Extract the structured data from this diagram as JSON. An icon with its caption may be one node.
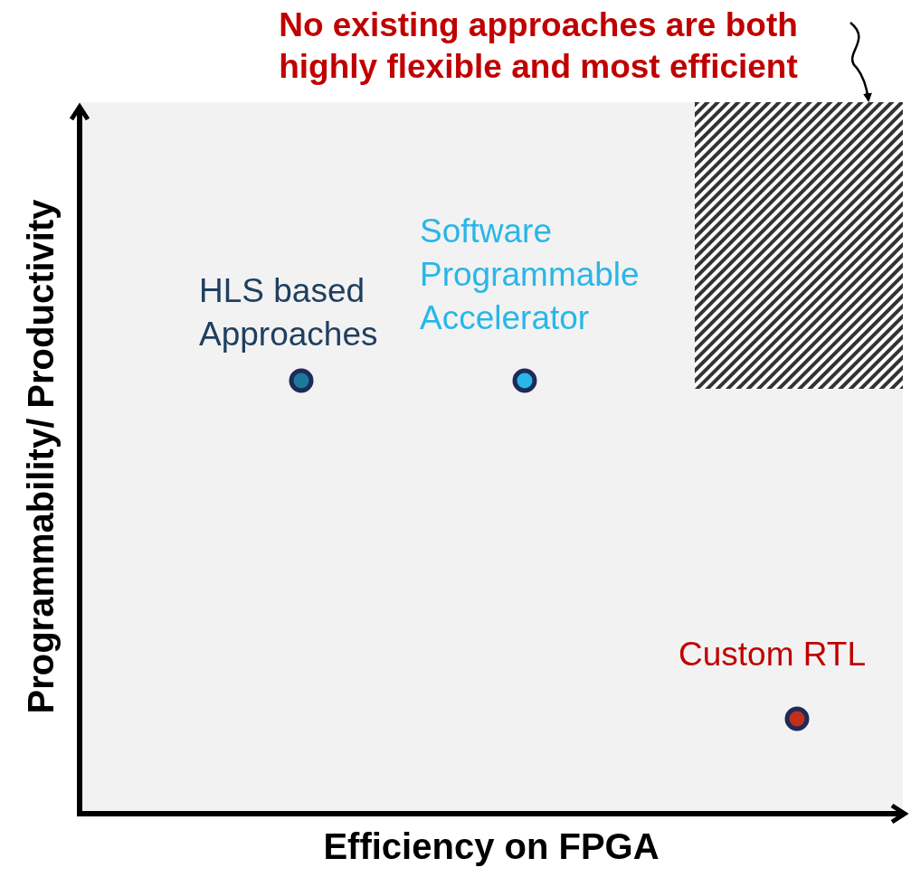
{
  "diagram": {
    "nodes": [
      {
        "text": [
          "No existing approaches are both highly flexible and most efficient"
        ]
      },
      {
        "text": [],
        "shape": "box"
      },
      {
        "text": [],
        "shape": "circle",
        "beside": [
          "HLS based Approaches"
        ]
      },
      {
        "text": [],
        "shape": "circle",
        "beside": [
          "Software Programmable Accelerator"
        ]
      },
      {
        "text": [],
        "shape": "circle",
        "beside": [
          "Custom RTL"
        ]
      }
    ],
    "edges": [
      {
        "from": 0,
        "to": 1,
        "arrow": "to"
      }
    ],
    "labels": [
      "Programmability/ Productivity",
      "Efficiency on FPGA"
    ]
  }
}
